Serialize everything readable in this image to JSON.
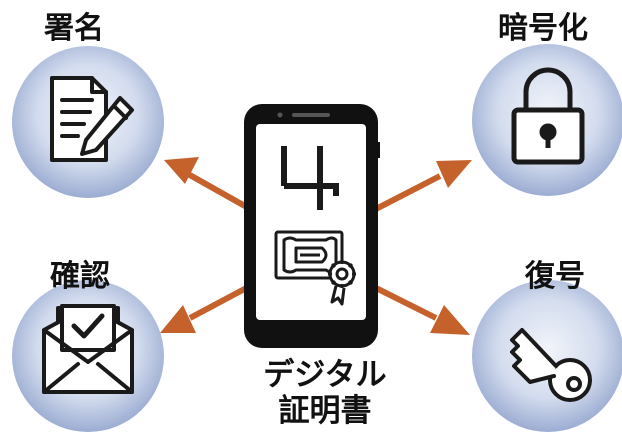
{
  "diagram": {
    "center": {
      "caption_line1": "デジタル",
      "caption_line2": "証明書",
      "device": "smartphone",
      "logo_icon": "stylized-4-logo-icon",
      "certificate_icon": "certificate-ribbon-gear-icon"
    },
    "nodes": [
      {
        "id": "sign",
        "label": "署名",
        "icon": "document-pen-icon"
      },
      {
        "id": "encrypt",
        "label": "暗号化",
        "icon": "padlock-icon"
      },
      {
        "id": "verify",
        "label": "確認",
        "icon": "envelope-checkmark-icon"
      },
      {
        "id": "decrypt",
        "label": "復号",
        "icon": "key-icon"
      }
    ],
    "colors": {
      "arrow": "#C5622C",
      "circle_light": "#E8EDF7",
      "circle_dark": "#8FA2CC",
      "icon_stroke": "#1A1A1A",
      "phone_body": "#111111",
      "phone_screen": "#ffffff"
    }
  }
}
